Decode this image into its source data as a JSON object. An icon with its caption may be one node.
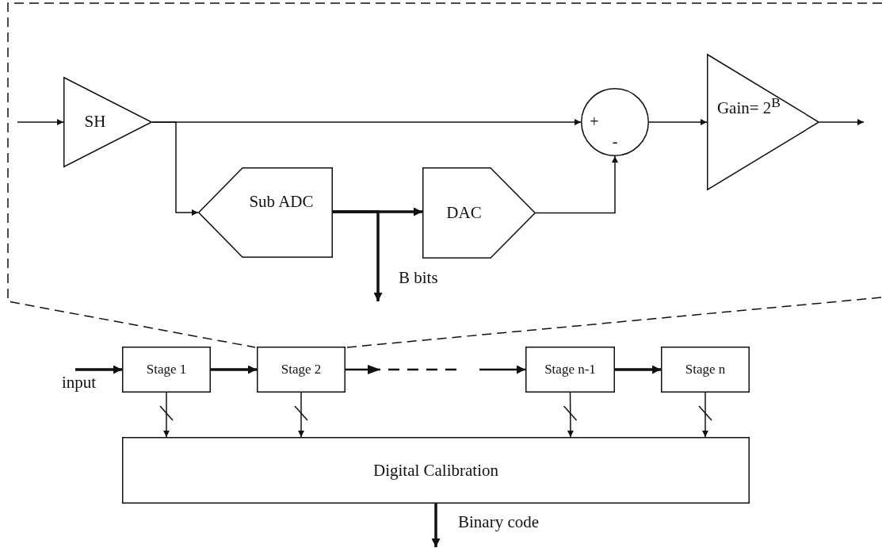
{
  "diagram": {
    "nodes": [
      {
        "text": [
          "SH"
        ]
      },
      {
        "text": [
          "Sub ADC"
        ]
      },
      {
        "text": [
          "DAC"
        ]
      },
      {
        "text": [
          "+",
          "-"
        ]
      },
      {
        "text": [
          "Gain= 2$^{B}$"
        ]
      },
      {
        "text": [
          "Stage 1"
        ]
      },
      {
        "text": [
          "Stage 2"
        ]
      },
      {
        "text": [
          "Stage n-1"
        ]
      },
      {
        "text": [
          "Stage n"
        ]
      },
      {
        "text": [
          "Digital Calibration"
        ]
      }
    ],
    "edges": [
      {
        "from": null,
        "to": 0,
        "arrow": "to"
      },
      {
        "from": 0,
        "to": 3,
        "arrow": "to"
      },
      {
        "from": 0,
        "to": 1,
        "arrow": "to"
      },
      {
        "from": 1,
        "to": 2,
        "arrow": "to",
        "style": "thick"
      },
      {
        "from": 1,
        "to": null,
        "arrow": "to",
        "label": "B bits",
        "style": "thick"
      },
      {
        "from": 2,
        "to": 3,
        "arrow": "to"
      },
      {
        "from": 3,
        "to": 4,
        "arrow": "to"
      },
      {
        "from": 4,
        "to": null,
        "arrow": "to"
      },
      {
        "from": null,
        "to": 5,
        "arrow": "to",
        "label": "input",
        "style": "thick"
      },
      {
        "from": 5,
        "to": 6,
        "arrow": "to",
        "style": "thick"
      },
      {
        "from": 6,
        "to": 7,
        "arrow": "to",
        "style": "dashed"
      },
      {
        "from": 7,
        "to": 8,
        "arrow": "to",
        "style": "thick"
      },
      {
        "from": 5,
        "to": 9,
        "arrow": "to"
      },
      {
        "from": 6,
        "to": 9,
        "arrow": "to"
      },
      {
        "from": 7,
        "to": 9,
        "arrow": "to"
      },
      {
        "from": 8,
        "to": 9,
        "arrow": "to"
      },
      {
        "from": 9,
        "to": null,
        "arrow": "to",
        "label": "Binary code",
        "style": "thick"
      }
    ]
  }
}
